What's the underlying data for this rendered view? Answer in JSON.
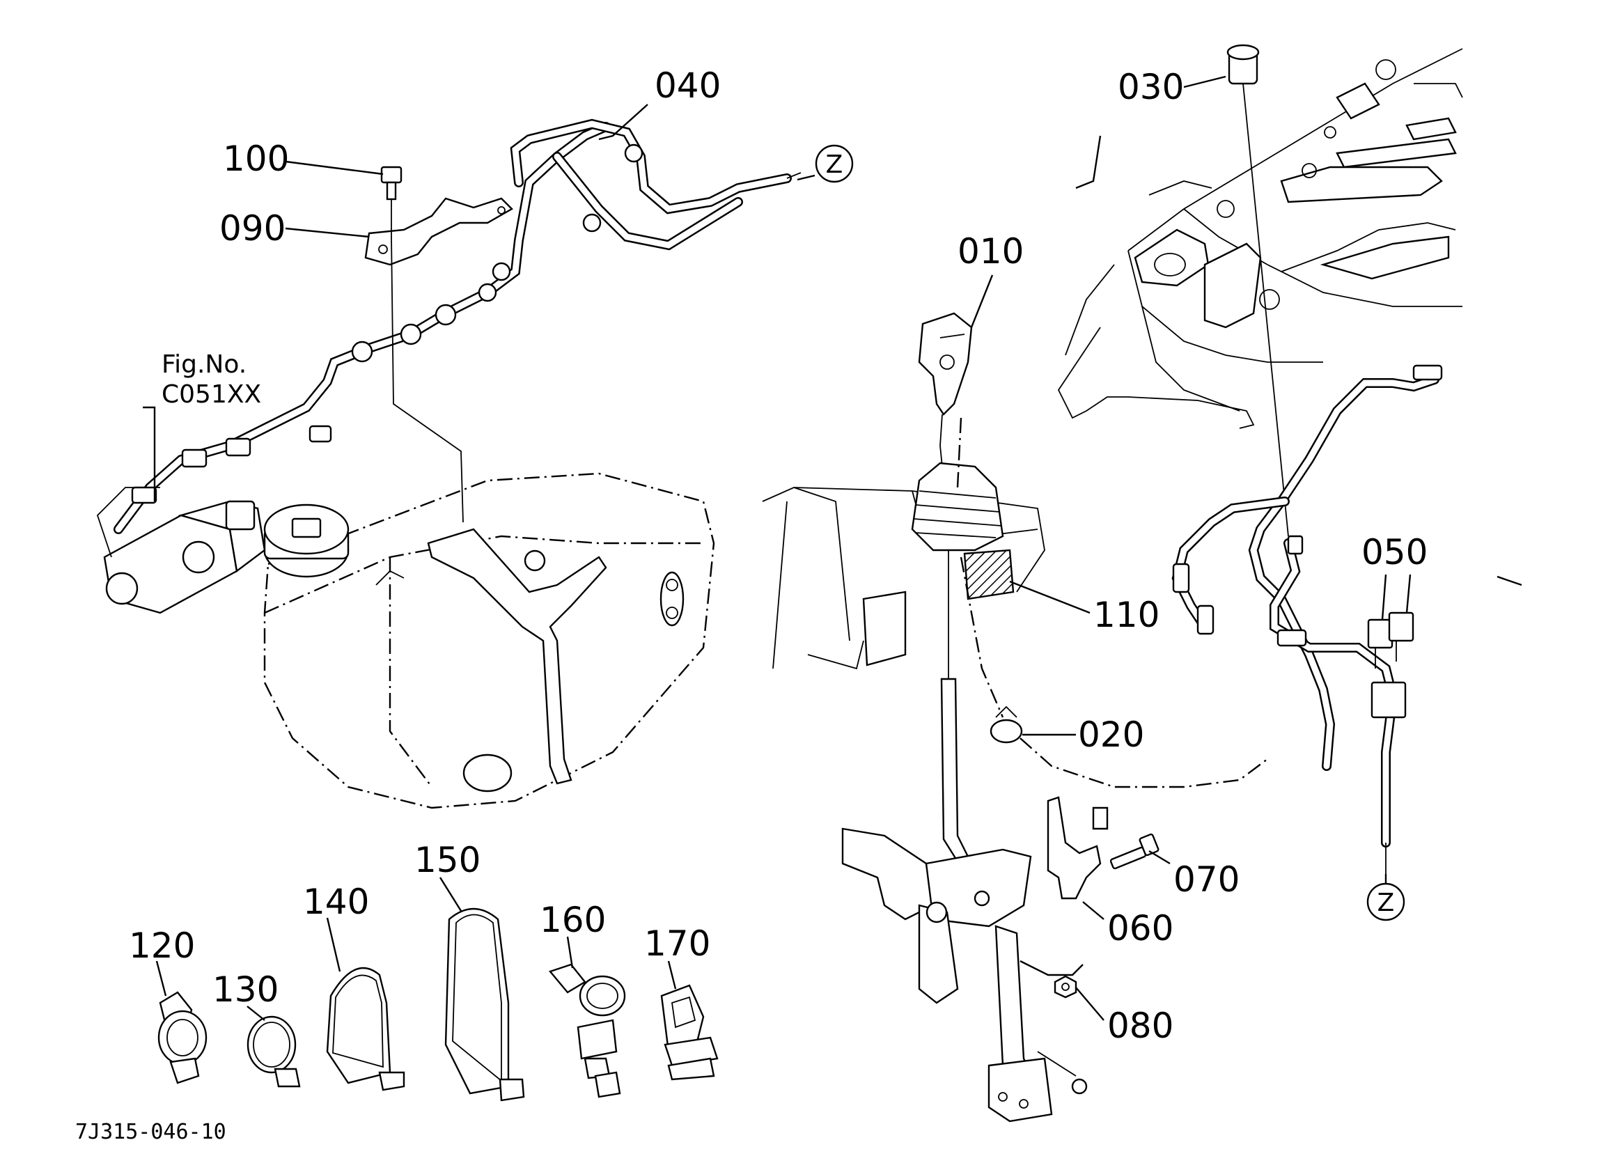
{
  "diagram": {
    "drawing_code": "7J315-046-10",
    "reference": {
      "line1": "Fig.No.",
      "line2": "C051XX"
    },
    "connector_marker": "Z",
    "callouts": [
      {
        "id": "010",
        "label": "010"
      },
      {
        "id": "020",
        "label": "020"
      },
      {
        "id": "030",
        "label": "030"
      },
      {
        "id": "040",
        "label": "040"
      },
      {
        "id": "050",
        "label": "050"
      },
      {
        "id": "060",
        "label": "060"
      },
      {
        "id": "070",
        "label": "070"
      },
      {
        "id": "080",
        "label": "080"
      },
      {
        "id": "090",
        "label": "090"
      },
      {
        "id": "100",
        "label": "100"
      },
      {
        "id": "110",
        "label": "110"
      },
      {
        "id": "120",
        "label": "120"
      },
      {
        "id": "130",
        "label": "130"
      },
      {
        "id": "140",
        "label": "140"
      },
      {
        "id": "150",
        "label": "150"
      },
      {
        "id": "160",
        "label": "160"
      },
      {
        "id": "170",
        "label": "170"
      }
    ]
  }
}
